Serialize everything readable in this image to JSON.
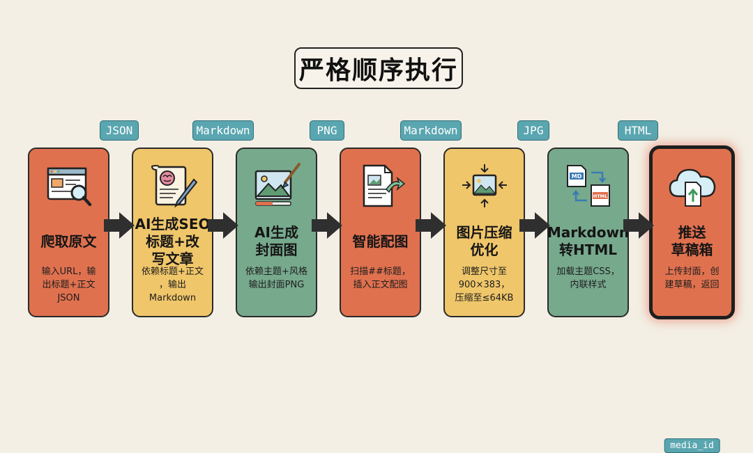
{
  "title": "严格顺序执行",
  "formats": [
    "JSON",
    "Markdown",
    "PNG",
    "Markdown",
    "JPG",
    "HTML"
  ],
  "steps": [
    {
      "name": "爬取原文",
      "desc": "输入URL，输\n出标题+正文\nJSON"
    },
    {
      "name": "AI生成SEO\n标题+改\n写文章",
      "desc": "依赖标题+正文\n，输出\nMarkdown"
    },
    {
      "name": "AI生成\n封面图",
      "desc": "依赖主题+风格\n输出封面PNG"
    },
    {
      "name": "智能配图",
      "desc": "扫描##标题，\n插入正文配图"
    },
    {
      "name": "图片压缩\n优化",
      "desc": "调整尺寸至\n900×383，\n压缩至≤64KB"
    },
    {
      "name": "Markdown\n转HTML",
      "desc": "加载主题CSS，\n内联样式"
    },
    {
      "name": "推送\n草稿箱",
      "desc": "上传封面，创\n建草稿，返回",
      "badge": "media_id"
    }
  ],
  "icons": [
    "browser-search-icon",
    "brain-scroll-quill-icon",
    "landscape-paintbrush-icon",
    "document-image-arrow-icon",
    "image-compress-icon",
    "markdown-html-convert-icon",
    "cloud-upload-document-icon"
  ],
  "colors": {
    "red": "#e0714f",
    "yellow": "#f0c66a",
    "green": "#77a98d",
    "tag": "#5aa6b0",
    "arrow": "#2f2f2f"
  }
}
